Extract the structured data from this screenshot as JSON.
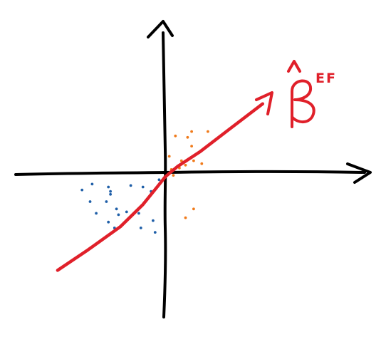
{
  "colors": {
    "background": "#ffffff",
    "axes": "#000000",
    "fit_line": "#e0202a",
    "series_negative": "#1f5fa8",
    "series_positive": "#f07a1a"
  },
  "estimator_label": {
    "symbol": "β-hat",
    "superscript": "EF"
  },
  "chart_data": {
    "type": "scatter",
    "title": "",
    "xlabel": "",
    "ylabel": "",
    "grid": false,
    "legend": "none",
    "xlim": [
      -1,
      1
    ],
    "ylim": [
      -1,
      1
    ],
    "series": [
      {
        "color": "#1f5fa8",
        "points": [
          [
            -0.41,
            -0.12
          ],
          [
            -0.36,
            -0.08
          ],
          [
            -0.28,
            -0.1
          ],
          [
            -0.27,
            -0.13
          ],
          [
            -0.27,
            -0.15
          ],
          [
            -0.17,
            -0.09
          ],
          [
            -0.11,
            -0.1
          ],
          [
            -0.07,
            -0.13
          ],
          [
            -0.37,
            -0.2
          ],
          [
            -0.29,
            -0.2
          ],
          [
            -0.24,
            -0.25
          ],
          [
            -0.19,
            -0.27
          ],
          [
            -0.34,
            -0.28
          ],
          [
            -0.23,
            -0.29
          ],
          [
            -0.13,
            -0.28
          ],
          [
            -0.28,
            -0.34
          ],
          [
            -0.12,
            -0.38
          ],
          [
            -0.06,
            -0.33
          ],
          [
            -0.25,
            -0.38
          ],
          [
            -0.05,
            -0.41
          ],
          [
            -0.03,
            -0.05
          ]
        ]
      },
      {
        "color": "#f07a1a",
        "points": [
          [
            0.05,
            0.25
          ],
          [
            0.13,
            0.28
          ],
          [
            0.21,
            0.28
          ],
          [
            0.11,
            0.24
          ],
          [
            0.13,
            0.18
          ],
          [
            0.19,
            0.16
          ],
          [
            0.02,
            0.11
          ],
          [
            0.08,
            0.08
          ],
          [
            0.14,
            0.08
          ],
          [
            0.18,
            0.06
          ],
          [
            0.1,
            0.05
          ],
          [
            0.07,
            0.03
          ],
          [
            0.03,
            0.02
          ],
          [
            0.04,
            -0.02
          ],
          [
            0.14,
            -0.25
          ],
          [
            0.1,
            -0.31
          ]
        ]
      }
    ],
    "fit_line": {
      "color": "#e0202a",
      "points": [
        [
          -0.53,
          -0.67
        ],
        [
          -0.38,
          -0.53
        ],
        [
          -0.22,
          -0.37
        ],
        [
          -0.11,
          -0.22
        ],
        [
          -0.04,
          -0.1
        ],
        [
          0.0,
          -0.03
        ],
        [
          0.06,
          0.04
        ],
        [
          0.17,
          0.14
        ],
        [
          0.31,
          0.29
        ],
        [
          0.48,
          0.47
        ]
      ]
    }
  }
}
